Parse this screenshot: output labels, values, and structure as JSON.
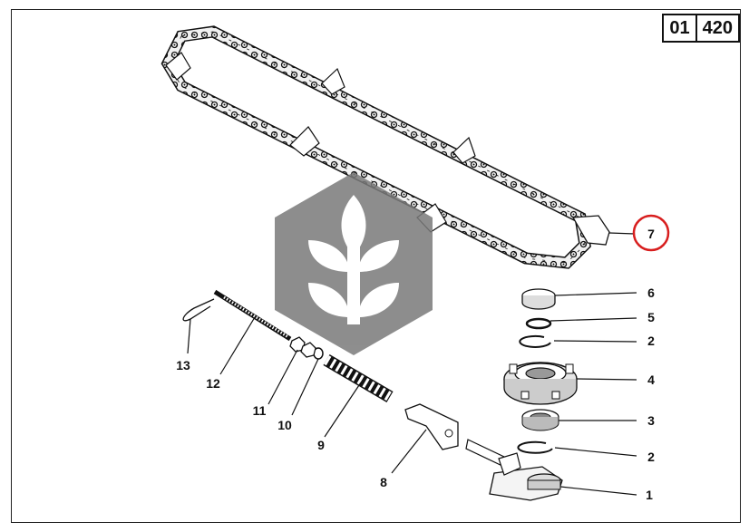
{
  "page_code": {
    "section": "01",
    "page": "420"
  },
  "callouts": [
    {
      "id": "1",
      "label": "1"
    },
    {
      "id": "2a",
      "label": "2"
    },
    {
      "id": "2b",
      "label": "2"
    },
    {
      "id": "3",
      "label": "3"
    },
    {
      "id": "4",
      "label": "4"
    },
    {
      "id": "5",
      "label": "5"
    },
    {
      "id": "6",
      "label": "6"
    },
    {
      "id": "7",
      "label": "7"
    },
    {
      "id": "8",
      "label": "8"
    },
    {
      "id": "9",
      "label": "9"
    },
    {
      "id": "10",
      "label": "10"
    },
    {
      "id": "11",
      "label": "11"
    },
    {
      "id": "12",
      "label": "12"
    },
    {
      "id": "13",
      "label": "13"
    }
  ],
  "highlight": {
    "color": "#d81e1e"
  },
  "watermark": {
    "color": "#7a7a7a",
    "icon": "wheat-icon"
  }
}
